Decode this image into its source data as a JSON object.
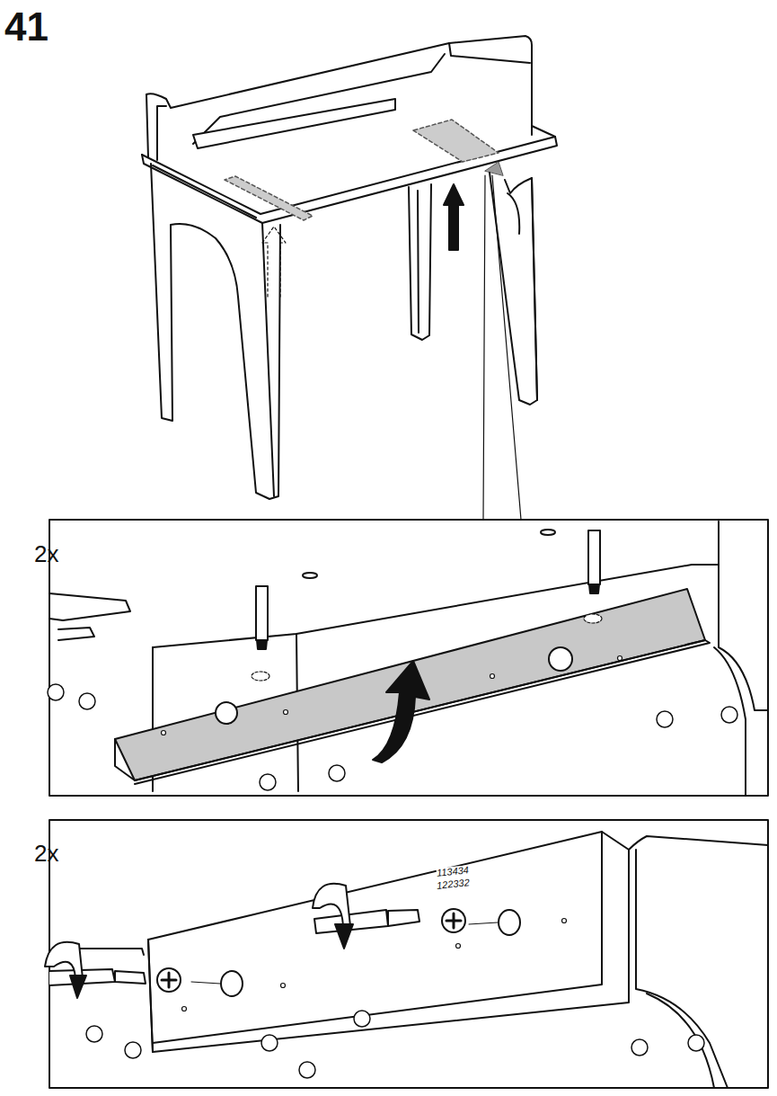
{
  "diagram": {
    "labels": [
      "41",
      "2x",
      "2x",
      "113434",
      "122332"
    ]
  }
}
